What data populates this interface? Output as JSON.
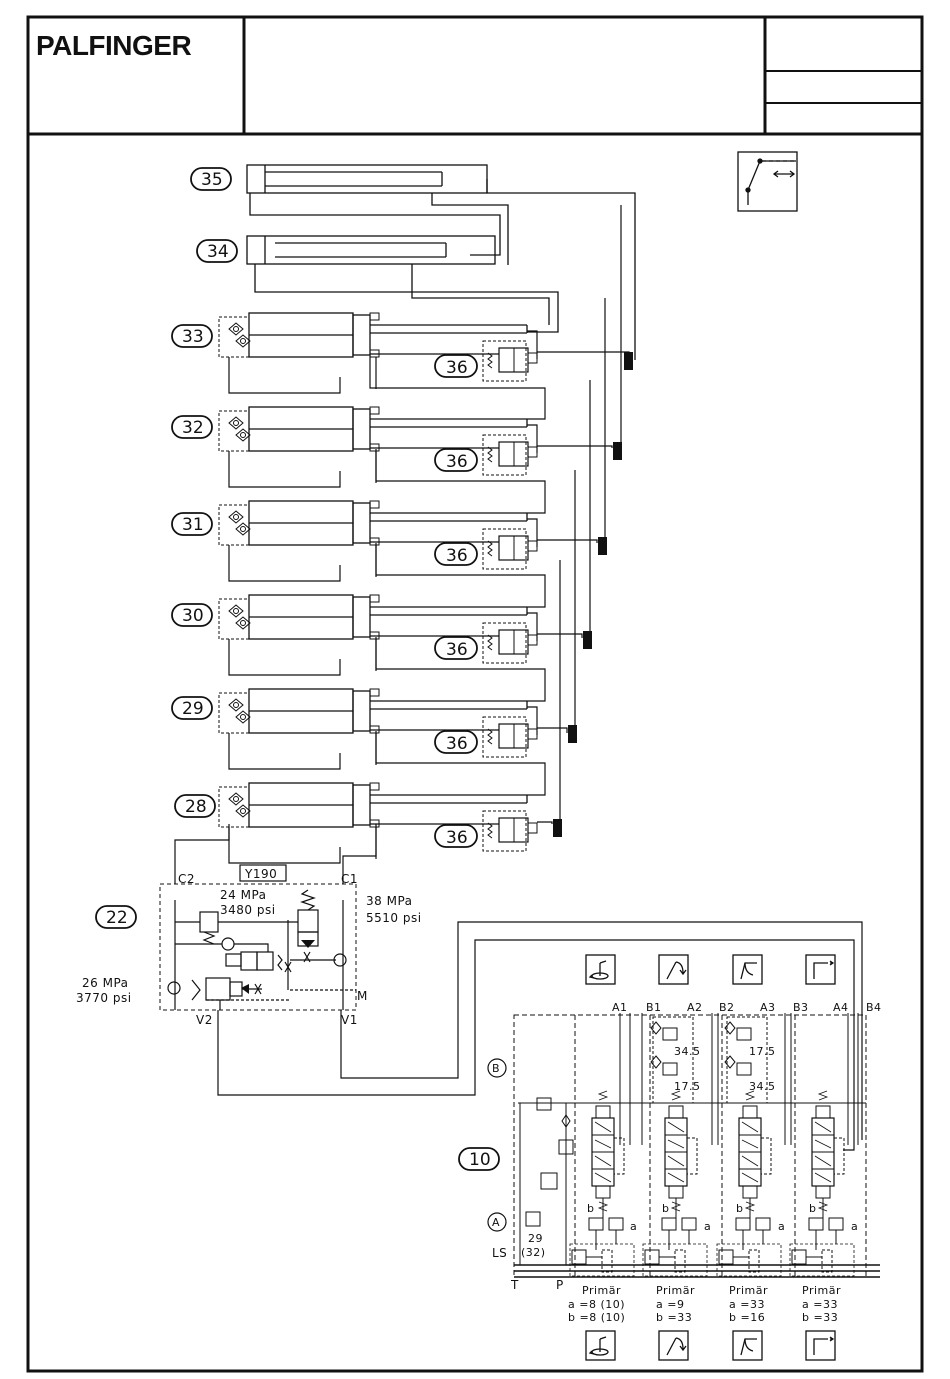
{
  "title_block": {
    "brand": "PALFINGER"
  },
  "cylinders": [
    {
      "label": "35"
    },
    {
      "label": "34"
    },
    {
      "label": "33"
    },
    {
      "label": "32"
    },
    {
      "label": "31"
    },
    {
      "label": "30"
    },
    {
      "label": "29"
    },
    {
      "label": "28"
    }
  ],
  "sequence_valve_label": "36",
  "holding_valve": {
    "label": "22",
    "solenoid": "Y190",
    "port_c1": "C1",
    "port_c2": "C2",
    "port_v1": "V1",
    "port_v2": "V2",
    "port_m": "M",
    "relief1_mpa": "24 MPa",
    "relief1_psi": "3480 psi",
    "relief2_mpa": "38 MPa",
    "relief2_psi": "5510 psi",
    "relief3_mpa": "26 MPa",
    "relief3_psi": "3770 psi"
  },
  "control_valve": {
    "label": "10",
    "port_b_marker": "B",
    "port_a_marker": "A",
    "ls_label": "LS",
    "t_label": "T",
    "p_label": "P",
    "ls_relief_1": "29",
    "ls_relief_2": "(32)",
    "work_ports": [
      "A1",
      "B1",
      "A2",
      "B2",
      "A3",
      "B3",
      "A4",
      "B4"
    ],
    "secondary_reliefs": [
      "34.5",
      "17.5",
      "17.5",
      "34.5"
    ],
    "section_a_label": "a",
    "section_b_label": "b",
    "primary": [
      {
        "word": "Primär",
        "a": "a =8  (10)",
        "b": "b =8  (10)"
      },
      {
        "word": "Primär",
        "a": "a =9",
        "b": "b =33"
      },
      {
        "word": "Primär",
        "a": "a =33",
        "b": "b =16"
      },
      {
        "word": "Primär",
        "a": "a =33",
        "b": "b =33"
      }
    ]
  },
  "icons": {
    "top_right": "boom-extension-icon",
    "function_top": [
      "slewing-icon",
      "main-boom-icon",
      "knuckle-boom-icon",
      "extension-icon"
    ],
    "function_bottom": [
      "slewing-icon",
      "main-boom-icon",
      "knuckle-boom-icon",
      "extension-icon"
    ]
  },
  "colors": {
    "line": "#111111",
    "background": "#ffffff"
  }
}
